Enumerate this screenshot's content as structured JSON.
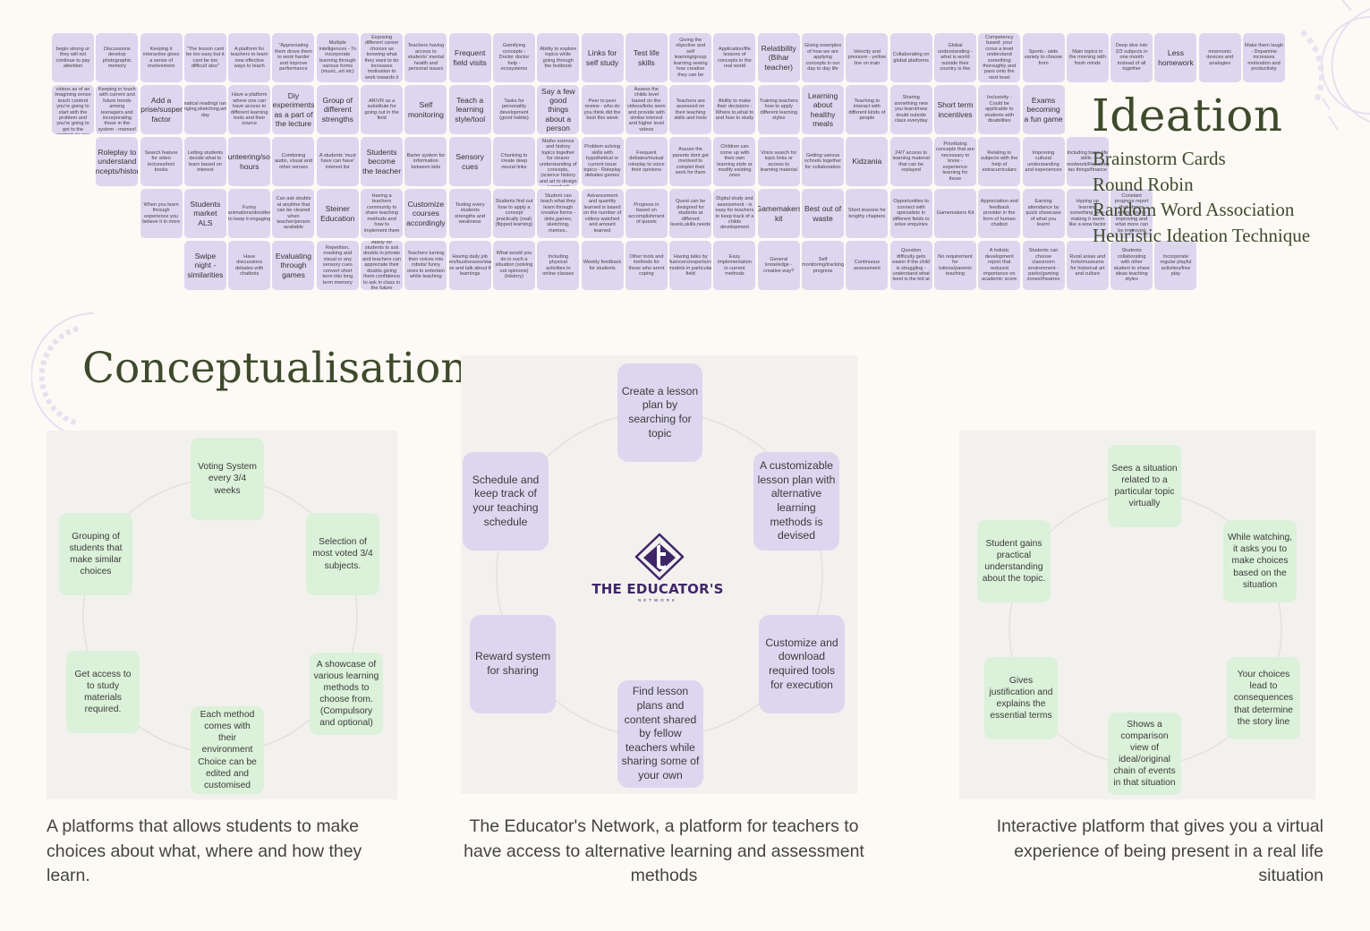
{
  "ideation": {
    "title": "Ideation",
    "techniques": [
      "Brainstorm Cards",
      "Round Robin",
      "Random Word Association",
      "Heuristic Ideation Technique"
    ],
    "cards": [
      {
        "t": "begin strong or they will not continue to pay attention"
      },
      {
        "t": "Discussions develop photographic memory"
      },
      {
        "t": "Keeping it interactive gives a sense of involvement"
      },
      {
        "t": "\"The lesson cant be too easy but it cant be too difficult also\""
      },
      {
        "t": "A platform for teachers to learn new effective ways to teach"
      },
      {
        "t": "\"Appreciating them drove them to work harder and improve performance"
      },
      {
        "t": "Multiple intelligences - To incorporate learning through various forms (music, art etc)"
      },
      {
        "t": "Exposing different career choices as knowing what they want to do increases motivation to work towards it"
      },
      {
        "t": "Teachers having access to students' mental health and personal issues"
      },
      {
        "t": "Frequent field visits",
        "b": true
      },
      {
        "t": "Gamifying concepts - Doctor doctor help - ecosystems"
      },
      {
        "t": "Ability to explore topics while going through the textbook"
      },
      {
        "t": "Links for self study",
        "b": true
      },
      {
        "t": "Test life skills",
        "b": true
      },
      {
        "t": "Giving the objective and self learning/group learning seeing how creative they can be"
      },
      {
        "t": "Application/life lessons of concepts in the real world"
      },
      {
        "t": "Relatibility (Bihar teacher)",
        "b": true
      },
      {
        "t": "Giving examples of how we are applying concepts in our day to day life"
      },
      {
        "t": "Velocity and pressure - yellow line on train"
      },
      {
        "t": "Collaborating on global platforms"
      },
      {
        "t": "Global understanding - what is world outside their country is like"
      },
      {
        "t": "Competency based: your cross a level understand something thoroughly and pass onto the next level"
      },
      {
        "t": "Sports - wide variety to choose from"
      },
      {
        "t": "Main topics in the morning with fresh minds"
      },
      {
        "t": "Deep dive into 2/3 subjects in one month instead of all together"
      },
      {
        "t": "Less homework",
        "b": true
      },
      {
        "t": "mnemonic devices and analogies"
      },
      {
        "t": "Make them laugh - Dopamine increases motivation and productivity"
      },
      {
        "t": "",
        "empty": true
      },
      {
        "t": "Insights - instead of using the videos as of an imagining sense teach content you're going to start with the problem and you're going to get to the content as you teach"
      },
      {
        "t": "Keeping in touch with current and future trends among teenagers and incorporating those in the system - memes!"
      },
      {
        "t": "Add a surprise/suspense factor",
        "b": true
      },
      {
        "t": "Dramatical reading/ random dancing,singing,sketching,writing/game day"
      },
      {
        "t": "Have a platform where one can have access to different learning tools and their source"
      },
      {
        "t": "Diy experiments as a part of the lecture",
        "b": true
      },
      {
        "t": "Group of different strengths",
        "b": true
      },
      {
        "t": "AR/VR as a substitute for going out in the field"
      },
      {
        "t": "Self monitoring",
        "b": true
      },
      {
        "t": "Teach a learning style/tool",
        "b": true
      },
      {
        "t": "Tasks for personality development (good habits)"
      },
      {
        "t": "Say a few good things about a person",
        "b": true
      },
      {
        "t": "Peer to peer review - who do you think did the best this week"
      },
      {
        "t": "Assess the childs level based on the videos/links seen and provide with similar interest and higher level videos"
      },
      {
        "t": "Teachers are assessed on their teaching skills and tools"
      },
      {
        "t": "Ability to make their decisions - Where to,what to and how to study"
      },
      {
        "t": "Training teachers how to apply different learning styles"
      },
      {
        "t": "Learning about healthy meals",
        "b": true
      },
      {
        "t": "Teaching to interact with different kinds of people"
      },
      {
        "t": "Sharing something new you learnt/new doubt outside class everyday"
      },
      {
        "t": "Short term incentives",
        "b": true
      },
      {
        "t": "Inclusivity - Could be applicable to students with disabilities"
      },
      {
        "t": "Exams becoming a fun game",
        "b": true
      },
      {
        "t": "",
        "empty": true
      },
      {
        "t": "",
        "empty": true
      },
      {
        "t": "",
        "empty": true
      },
      {
        "t": "",
        "empty": true
      },
      {
        "t": "",
        "empty": true
      },
      {
        "t": "",
        "empty": true
      },
      {
        "t": "",
        "empty": true
      },
      {
        "t": "Roleplay to understand concepts/history..",
        "b": true
      },
      {
        "t": "Search feature for video lectures/text books"
      },
      {
        "t": "Letting students decide what to learn based on interest"
      },
      {
        "t": "Volunteering/social hours",
        "b": true
      },
      {
        "t": "Combining audio, visual and other senses"
      },
      {
        "t": "A students 'must have can have' interest list"
      },
      {
        "t": "Students become the teacher",
        "b": true
      },
      {
        "t": "Barter system for information between kids"
      },
      {
        "t": "Sensory cues",
        "b": true
      },
      {
        "t": "Chunking to create deep neural links"
      },
      {
        "t": "Combining Maths science and history topics together for clearer understanding of concepts, (science history and art to design a product)"
      },
      {
        "t": "Problem solving skills with hypothetical or current issue topics - Roleplay debates games"
      },
      {
        "t": "Frequent debates/mutual roleplay to voice their opinions"
      },
      {
        "t": "Assure the parents dont get involved to complet their work for them"
      },
      {
        "t": "Children can come up with their own learning style or modify existing ones"
      },
      {
        "t": "Voice search for topic links or access to learning material"
      },
      {
        "t": "Getting various schools together for collaboration"
      },
      {
        "t": "Kidzania",
        "b": true
      },
      {
        "t": "24/7 access to learning material that can be replayed"
      },
      {
        "t": "Prioritizing concepts that are necessary to know - experience learning for those"
      },
      {
        "t": "Relating to subjects with the help of extracurriculars"
      },
      {
        "t": "Improving cultural understanding and experiences"
      },
      {
        "t": "Including basic life skills - woodwork/Repairing/ tax things/finance"
      },
      {
        "t": "",
        "empty": true
      },
      {
        "t": "",
        "empty": true
      },
      {
        "t": "",
        "empty": true
      },
      {
        "t": "",
        "empty": true
      },
      {
        "t": "",
        "empty": true
      },
      {
        "t": "",
        "empty": true
      },
      {
        "t": "",
        "empty": true
      },
      {
        "t": "When you learn through experience you believe it in more"
      },
      {
        "t": "Students market ALS",
        "b": true
      },
      {
        "t": "Funny animations/doodles to keep it engaging"
      },
      {
        "t": "Can ask doubts at anytime that can be cleared when teacher/person available"
      },
      {
        "t": "Steiner Education",
        "b": true
      },
      {
        "t": "Having a teachers community to share teaching methods and how to implement them"
      },
      {
        "t": "Customize courses accordingly",
        "b": true
      },
      {
        "t": "Testing every students strengths and weakness"
      },
      {
        "t": "Students find out how to apply a concept practically (real) (flipped learning)"
      },
      {
        "t": "Student can teach what they learn through creative forms - skits,games, sketching, memes.."
      },
      {
        "t": "Advancement and quantity learned is based on the number of videos watched and amount learned"
      },
      {
        "t": "Progress in based on accomplishment of quests"
      },
      {
        "t": "Quest can be designed for students at different levels,skills,needs"
      },
      {
        "t": "Digital study and assessment - is easy for teachers to keep track of a childs development"
      },
      {
        "t": "Gamemakers kit",
        "b": true
      },
      {
        "t": "Best out of waste",
        "b": true
      },
      {
        "t": "Short lessons for lengthy chapters"
      },
      {
        "t": "Opportunities to connect with specialists in different fields to solve enquiries"
      },
      {
        "t": "Gamemakers Kit"
      },
      {
        "t": "Appreciation and feedback provider in the form of human chatbot"
      },
      {
        "t": "Earning attendance by quick showcase of what you learnt"
      },
      {
        "t": "Hyping up learning something new- making it seem like a wow factor"
      },
      {
        "t": "Constant progress report that shows where you're improving and what more can be improved"
      },
      {
        "t": "",
        "empty": true
      },
      {
        "t": "",
        "empty": true
      },
      {
        "t": "",
        "empty": true
      },
      {
        "t": "",
        "empty": true
      },
      {
        "t": "",
        "empty": true
      },
      {
        "t": "",
        "empty": true
      },
      {
        "t": "",
        "empty": true
      },
      {
        "t": "Swipe night - similarities",
        "b": true
      },
      {
        "t": "Have discussions debates with chatbots"
      },
      {
        "t": "Evaluating through games",
        "b": true
      },
      {
        "t": "Repetition, masking and visual or any sensory cues convert short term into long term memory"
      },
      {
        "t": "Ability for students to ask doubts in private and teachers can appreciate their doubts giving them confidence to ask in class in the future"
      },
      {
        "t": "Teachers turning their voices into robots/ funny ones to entertain while teaching"
      },
      {
        "t": "Having daily job workers/businesses/startups come and talk about their learnings"
      },
      {
        "t": "What would you do in such a situation (solving out opinions) (History)"
      },
      {
        "t": "Including physical activities in online classes"
      },
      {
        "t": "Weekly feedback for students"
      },
      {
        "t": "Other tools and methods for those who arent coping"
      },
      {
        "t": "Having talks by influencers/experts/role models in particular field"
      },
      {
        "t": "Easy implementation in current methods"
      },
      {
        "t": "General knowledge - creative way?"
      },
      {
        "t": "Self monitoring/tracking progress"
      },
      {
        "t": "Continuous assessment"
      },
      {
        "t": "Question difficulty gets easier if the child is struggling - understand what level is the kid at"
      },
      {
        "t": "No requirement for tutions/parents teaching"
      },
      {
        "t": "A holistic development report that reduced importance on academic score"
      },
      {
        "t": "Students can choose classroom environment - parks/gaming zones/theatres"
      },
      {
        "t": "Rural areas and forts/museums for historical art and culture"
      },
      {
        "t": "Students collaborating with other student to share ideas teaching styles"
      },
      {
        "t": "Incorporate regular playful activities/free play"
      }
    ]
  },
  "conceptualisation": {
    "title": "Conceptualisation",
    "concept1": {
      "nodes": [
        "Voting System every 3/4 weeks",
        "Selection of most voted 3/4 subjects.",
        "A showcase of various learning methods to choose from. (Compulsory and optional)",
        "Each method comes with their environment Choice can be edited and customised",
        "Get access to to study materials required.",
        "Grouping of students that make similar choices"
      ],
      "caption": "A platforms that allows students to make choices about what, where and how they learn."
    },
    "concept2": {
      "logo_name": "THE EDUCATOR'S",
      "logo_sub": "NETWORK",
      "nodes": [
        "Create a lesson plan by searching for topic",
        "A customizable lesson plan with alternative learning methods is devised",
        "Customize and download required tools for execution",
        "Find lesson plans and content shared by fellow teachers while sharing some of your own",
        "Reward system for sharing",
        "Schedule and keep track of your teaching schedule"
      ],
      "caption": "The Educator's Network, a platform for teachers to have access to alternative learning and assessment methods"
    },
    "concept3": {
      "nodes": [
        "Sees a situation related to a particular topic virtually",
        "While watching, it asks you to make choices based on the situation",
        "Your choices lead to consequences that determine the story line",
        "Shows a comparison view of ideal/original chain of events in that situation",
        "Gives justification and explains the essential terms",
        "Student gains practical understanding about the topic."
      ],
      "caption": "Interactive platform that gives you a virtual experience of being present in a real life situation"
    },
    "colors": {
      "green_node": "#dbf1d9",
      "purple_node": "#ddd6ef",
      "title_color": "#3e4a2c",
      "logo_color": "#3f2668"
    }
  }
}
